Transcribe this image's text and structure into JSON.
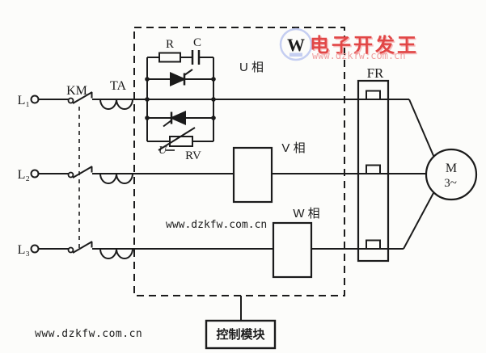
{
  "diagram": {
    "title_semantic": "three-phase thyristor soft-starter schematic",
    "labels": {
      "terminal_1": "L₁",
      "terminal_2": "L₂",
      "terminal_3": "L₃",
      "contactor": "KM",
      "current_transformer": "TA",
      "phase_u": "U 相",
      "phase_v": "V 相",
      "phase_w": "W 相",
      "resistor": "R",
      "capacitor": "C",
      "varistor": "RV",
      "varistor_voltage": "U",
      "thermal_relay": "FR",
      "motor": "M",
      "motor_phases": "3~",
      "control_module": "控制模块"
    },
    "colors": {
      "line": "#1b1b1b",
      "background": "#fcfcfa"
    }
  },
  "watermarks": {
    "logo_symbol": "W",
    "logo_brand": "电子开发王",
    "logo_url": "www.dzkfw.com.cn",
    "center_url": "www.dzkfw.com.cn",
    "bottom_url": "www.dzkfw.com.cn",
    "colors": {
      "logo_blue": "#c5cef1",
      "brand_red": "#e14646",
      "url_pink": "#f0a0a0",
      "watermark_black": "#1c1c1c"
    }
  }
}
